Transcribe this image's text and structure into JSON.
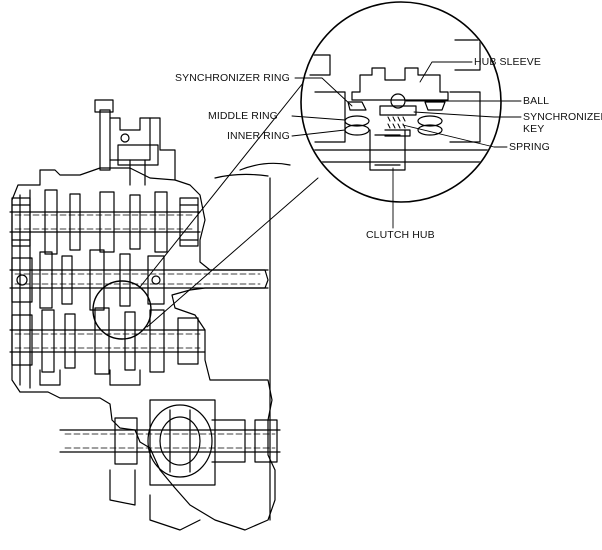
{
  "labels": {
    "synchronizer_ring": "SYNCHRONIZER RING",
    "hub_sleeve": "HUB SLEEVE",
    "ball": "BALL",
    "middle_ring": "MIDDLE RING",
    "synchronizer_key_line1": "SYNCHRONIZER",
    "synchronizer_key_line2": "KEY",
    "inner_ring": "INNER RING",
    "spring": "SPRING",
    "clutch_hub": "CLUTCH HUB"
  }
}
